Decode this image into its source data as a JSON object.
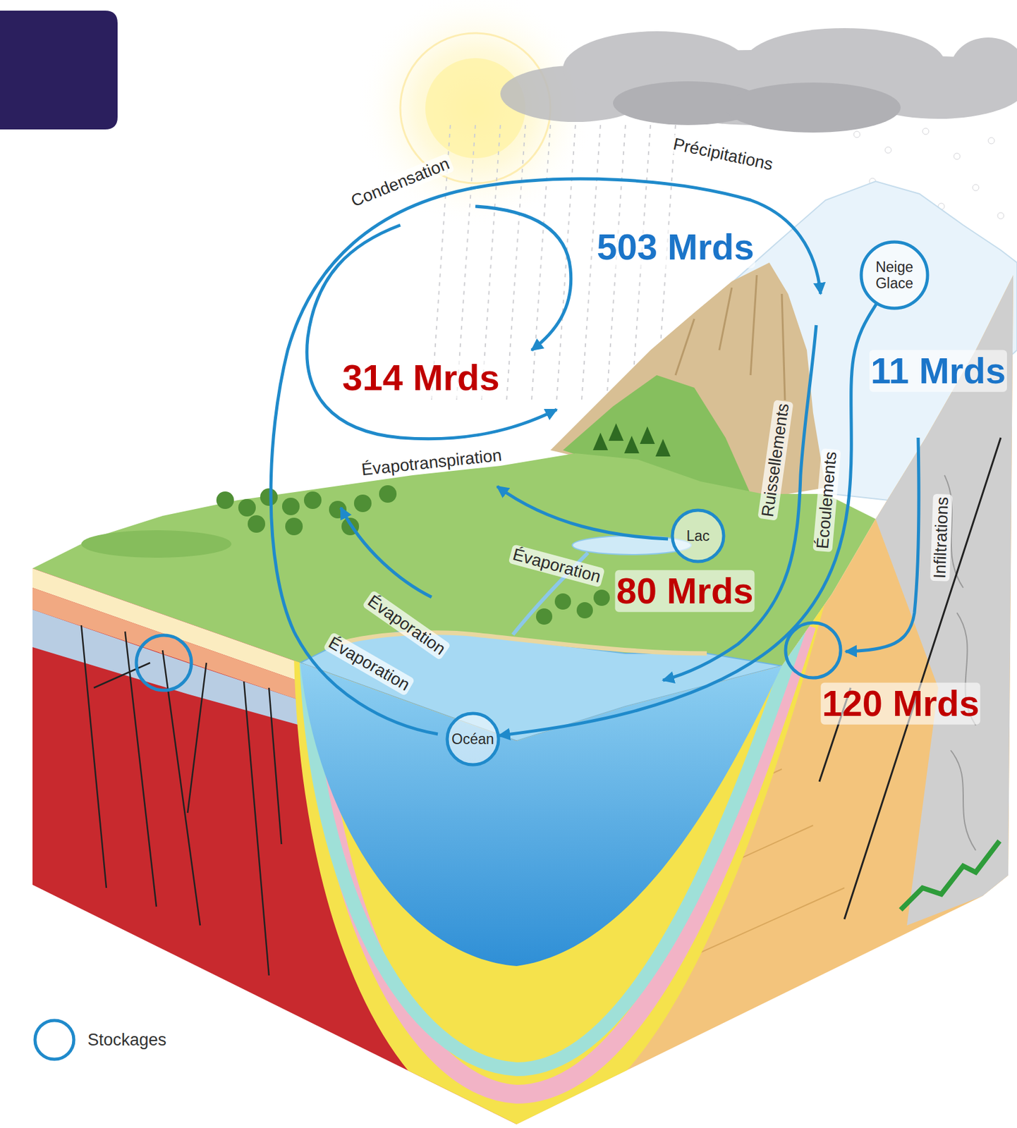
{
  "diagram": {
    "nodes": [
      {
        "text": [
          "Neige Glace"
        ]
      },
      {
        "text": [
          "Lac"
        ]
      },
      {
        "text": [
          "Océan"
        ]
      }
    ],
    "edges": [
      {
        "from": 0,
        "to": 2,
        "arrow": "to",
        "label": "Écoulements"
      }
    ],
    "labels": [
      "Condensation",
      "Précipitations",
      "503 Mrds",
      "314 Mrds",
      "11 Mrds",
      "Évapotranspiration",
      "Ruissellements",
      "Infiltrations",
      "Évaporation",
      "80 Mrds",
      "Évaporation",
      "Évaporation",
      "120 Mrds"
    ],
    "legend": [
      {
        "text": "Stockages"
      }
    ]
  }
}
